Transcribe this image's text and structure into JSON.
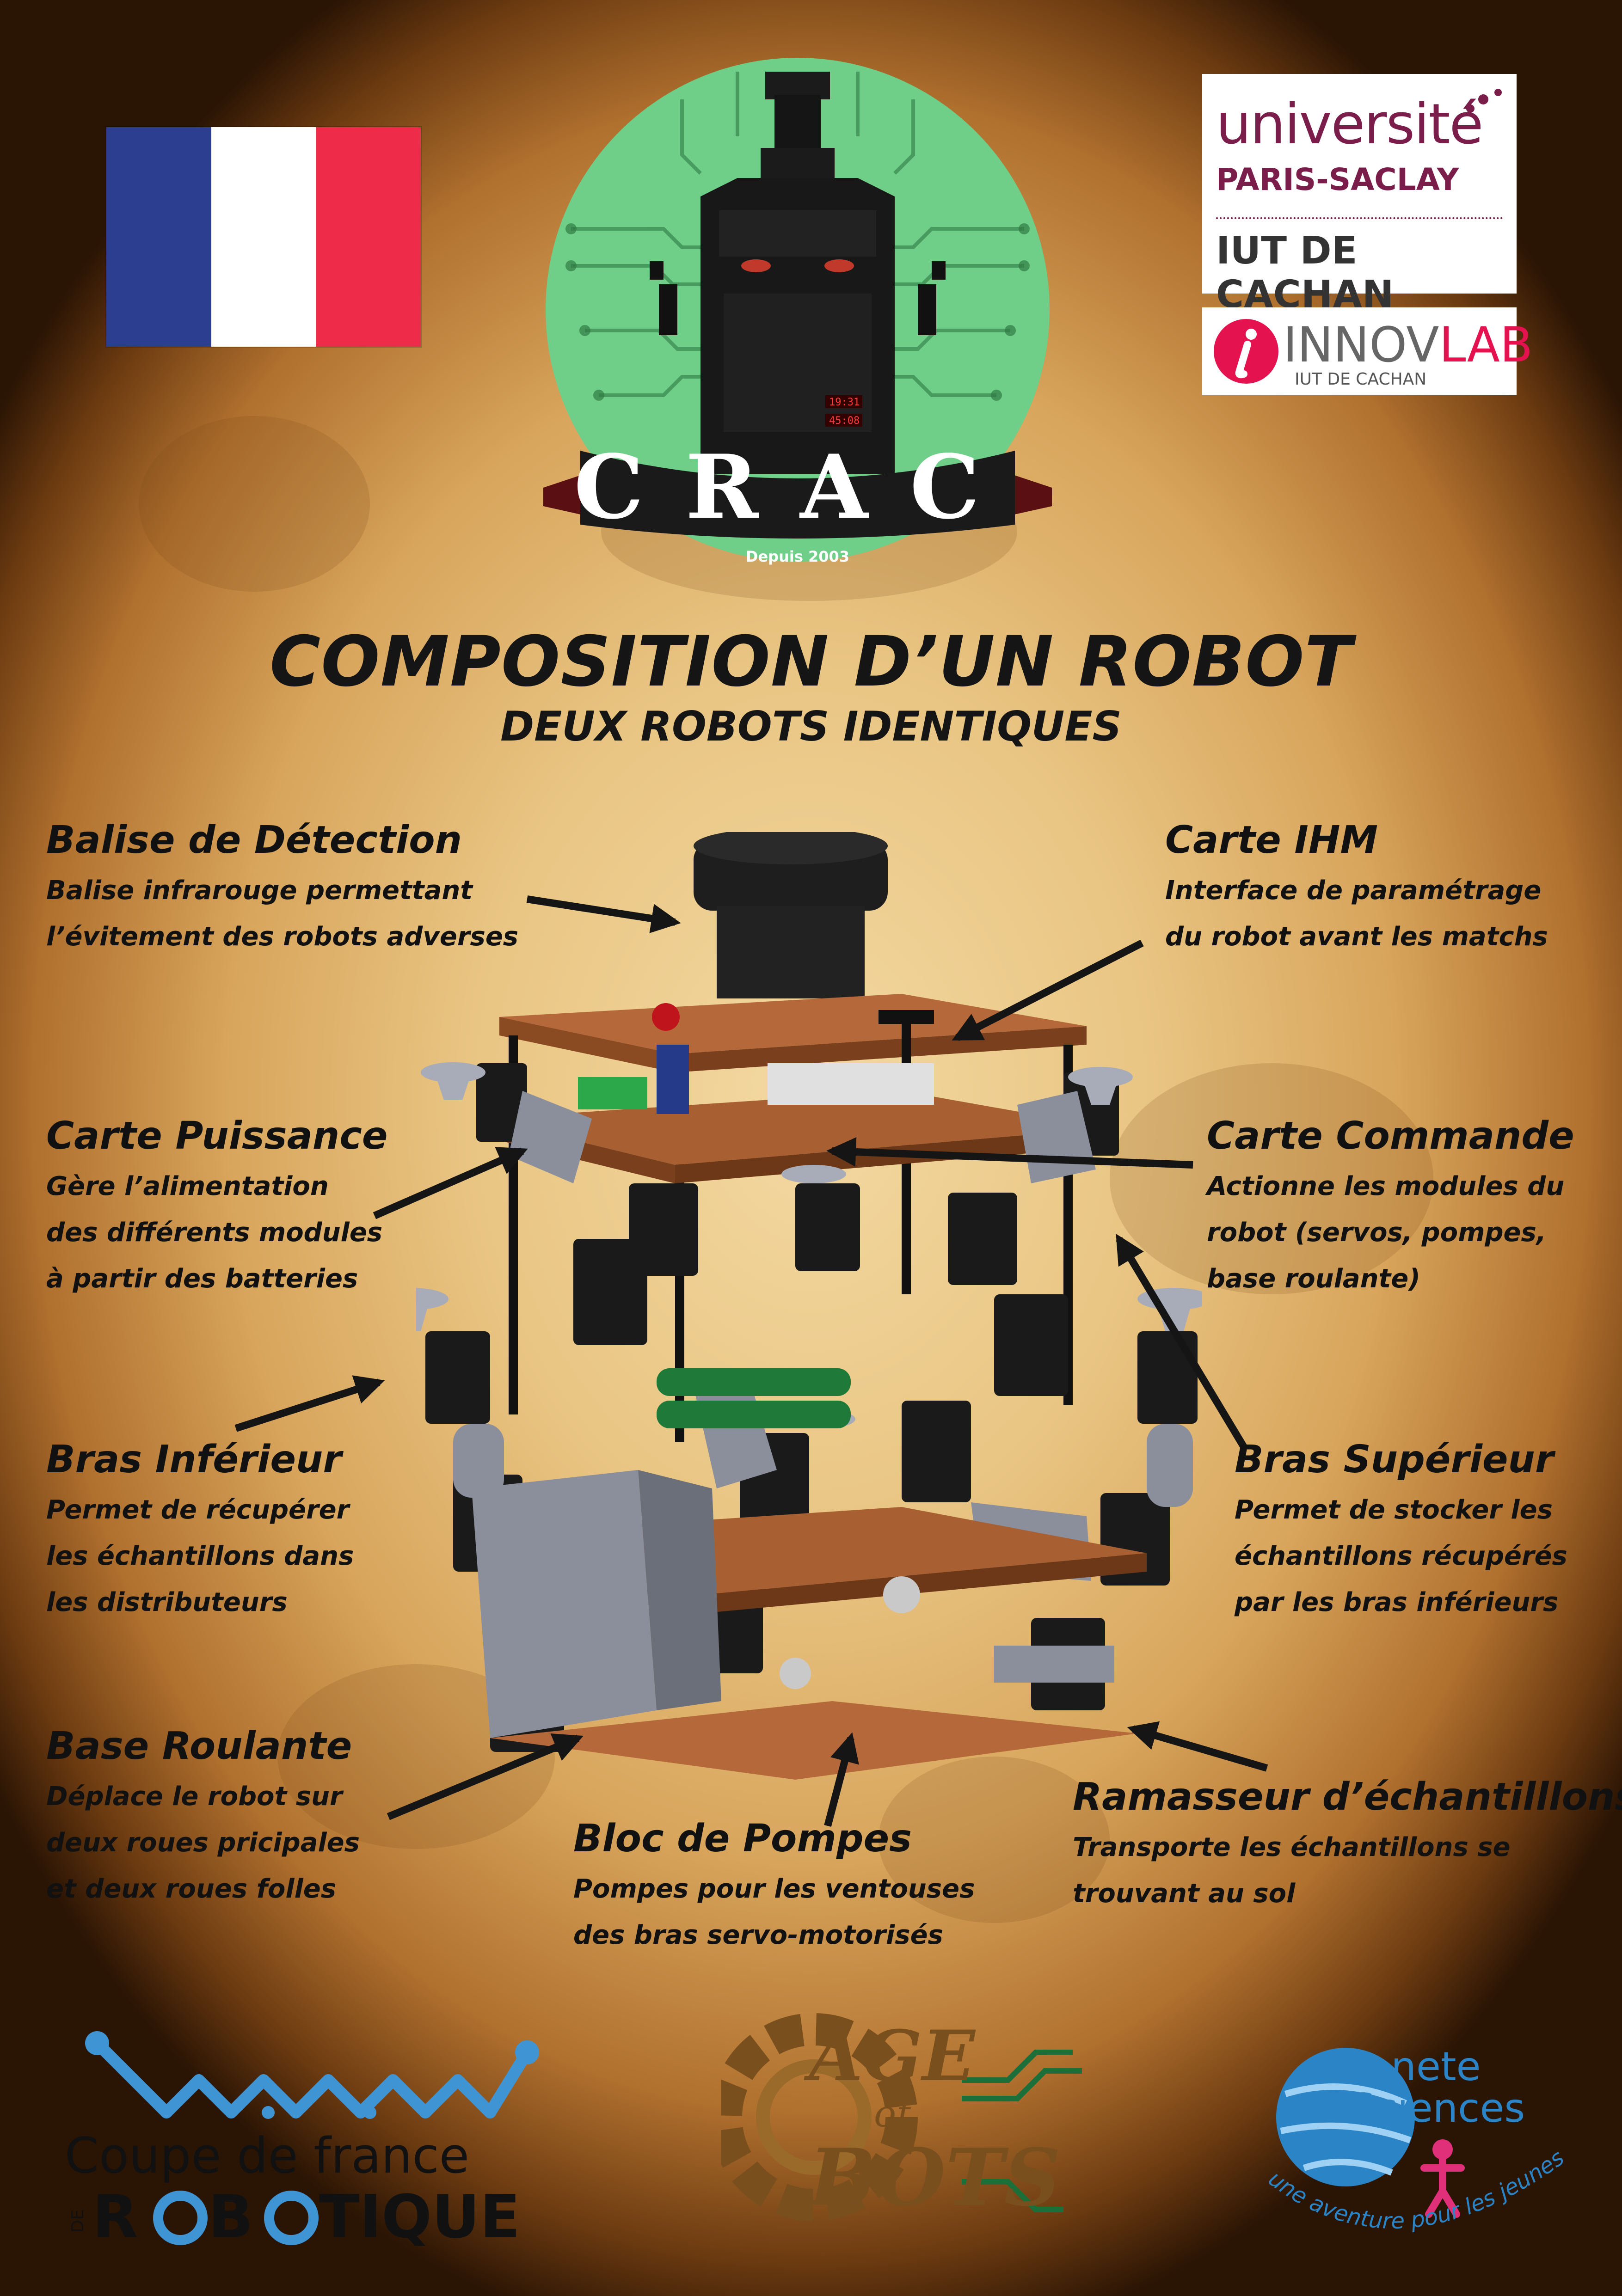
{
  "colors": {
    "flag_blue": "#2c3e8f",
    "flag_white": "#ffffff",
    "flag_red": "#ef2b4a",
    "logo_green": "#6fcf88",
    "univ_purple": "#7a1d4a",
    "text_dark": "#111111"
  },
  "logo": {
    "name": "CRAC",
    "tagline": "Depuis 2003",
    "display": [
      "19:31",
      "45:08"
    ]
  },
  "university": {
    "line1": "université",
    "line2": "PARIS-SACLAY",
    "line3": "IUT DE CACHAN",
    "innov_a": "INNOV",
    "innov_b": "LAB",
    "innov_sub": "IUT DE CACHAN"
  },
  "title": "COMPOSITION D’UN ROBOT",
  "subtitle": "DEUX ROBOTS IDENTIQUES",
  "labels": {
    "balise": {
      "title": "Balise de Détection",
      "lines": [
        "Balise infrarouge permettant",
        "l’évitement des robots adverses"
      ]
    },
    "ihm": {
      "title": "Carte IHM",
      "lines": [
        "Interface de paramétrage",
        "du robot avant les matchs"
      ]
    },
    "puissance": {
      "title": "Carte Puissance",
      "lines": [
        "Gère l’alimentation",
        "des différents modules",
        "à partir des batteries"
      ]
    },
    "commande": {
      "title": "Carte Commande",
      "lines": [
        "Actionne les modules du",
        "robot (servos, pompes,",
        "base roulante)"
      ]
    },
    "bras_inf": {
      "title": "Bras Inférieur",
      "lines": [
        "Permet de récupérer",
        "les échantillons dans",
        "les distributeurs"
      ]
    },
    "bras_sup": {
      "title": "Bras Supérieur",
      "lines": [
        "Permet de stocker les",
        "échantillons récupérés",
        "par les bras inférieurs"
      ]
    },
    "base": {
      "title": "Base Roulante",
      "lines": [
        "Déplace le robot sur",
        "deux roues pricipales",
        "et deux roues folles"
      ]
    },
    "pompes": {
      "title": "Bloc de Pompes",
      "lines": [
        "Pompes pour les ventouses",
        "des bras servo-motorisés"
      ]
    },
    "ramasseur": {
      "title": "Ramasseur d’échantilllons",
      "lines": [
        "Transporte les échantillons se",
        "trouvant au sol"
      ]
    }
  },
  "sponsors": {
    "coupe_line1": "Coupe de france",
    "coupe_de": "DE",
    "coupe_line2": "R",
    "coupe_line2b": "B",
    "coupe_line2c": "TIQUE",
    "aob_age": "AGE",
    "aob_of": "of",
    "aob_bots": "BOTS",
    "ps_line1": "Planete",
    "ps_line2": "Sciences",
    "ps_tagline": "une aventure pour les jeunes"
  }
}
